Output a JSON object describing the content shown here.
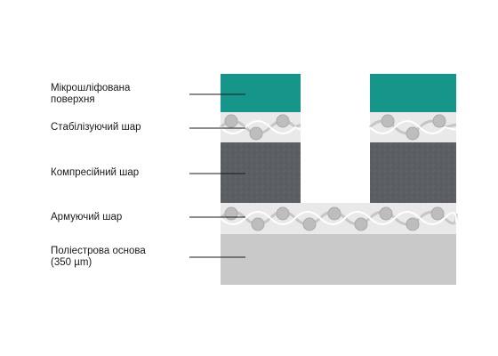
{
  "labels": {
    "micro_surface": "Мікрошліфована\nповерхня",
    "stabilizing": "Стабілізуючий шар",
    "compression": "Компресійний шар",
    "reinforcing": "Армуючий шар",
    "polyester_base": "Поліестрова основа\n(350 µm)"
  },
  "colors": {
    "surface": "#16958a",
    "compression": "#5b5f63",
    "base": "#c9c9c9",
    "weave": "#e9e9e9",
    "beads": "#bdbdbd",
    "line": "#1a1a1a"
  }
}
